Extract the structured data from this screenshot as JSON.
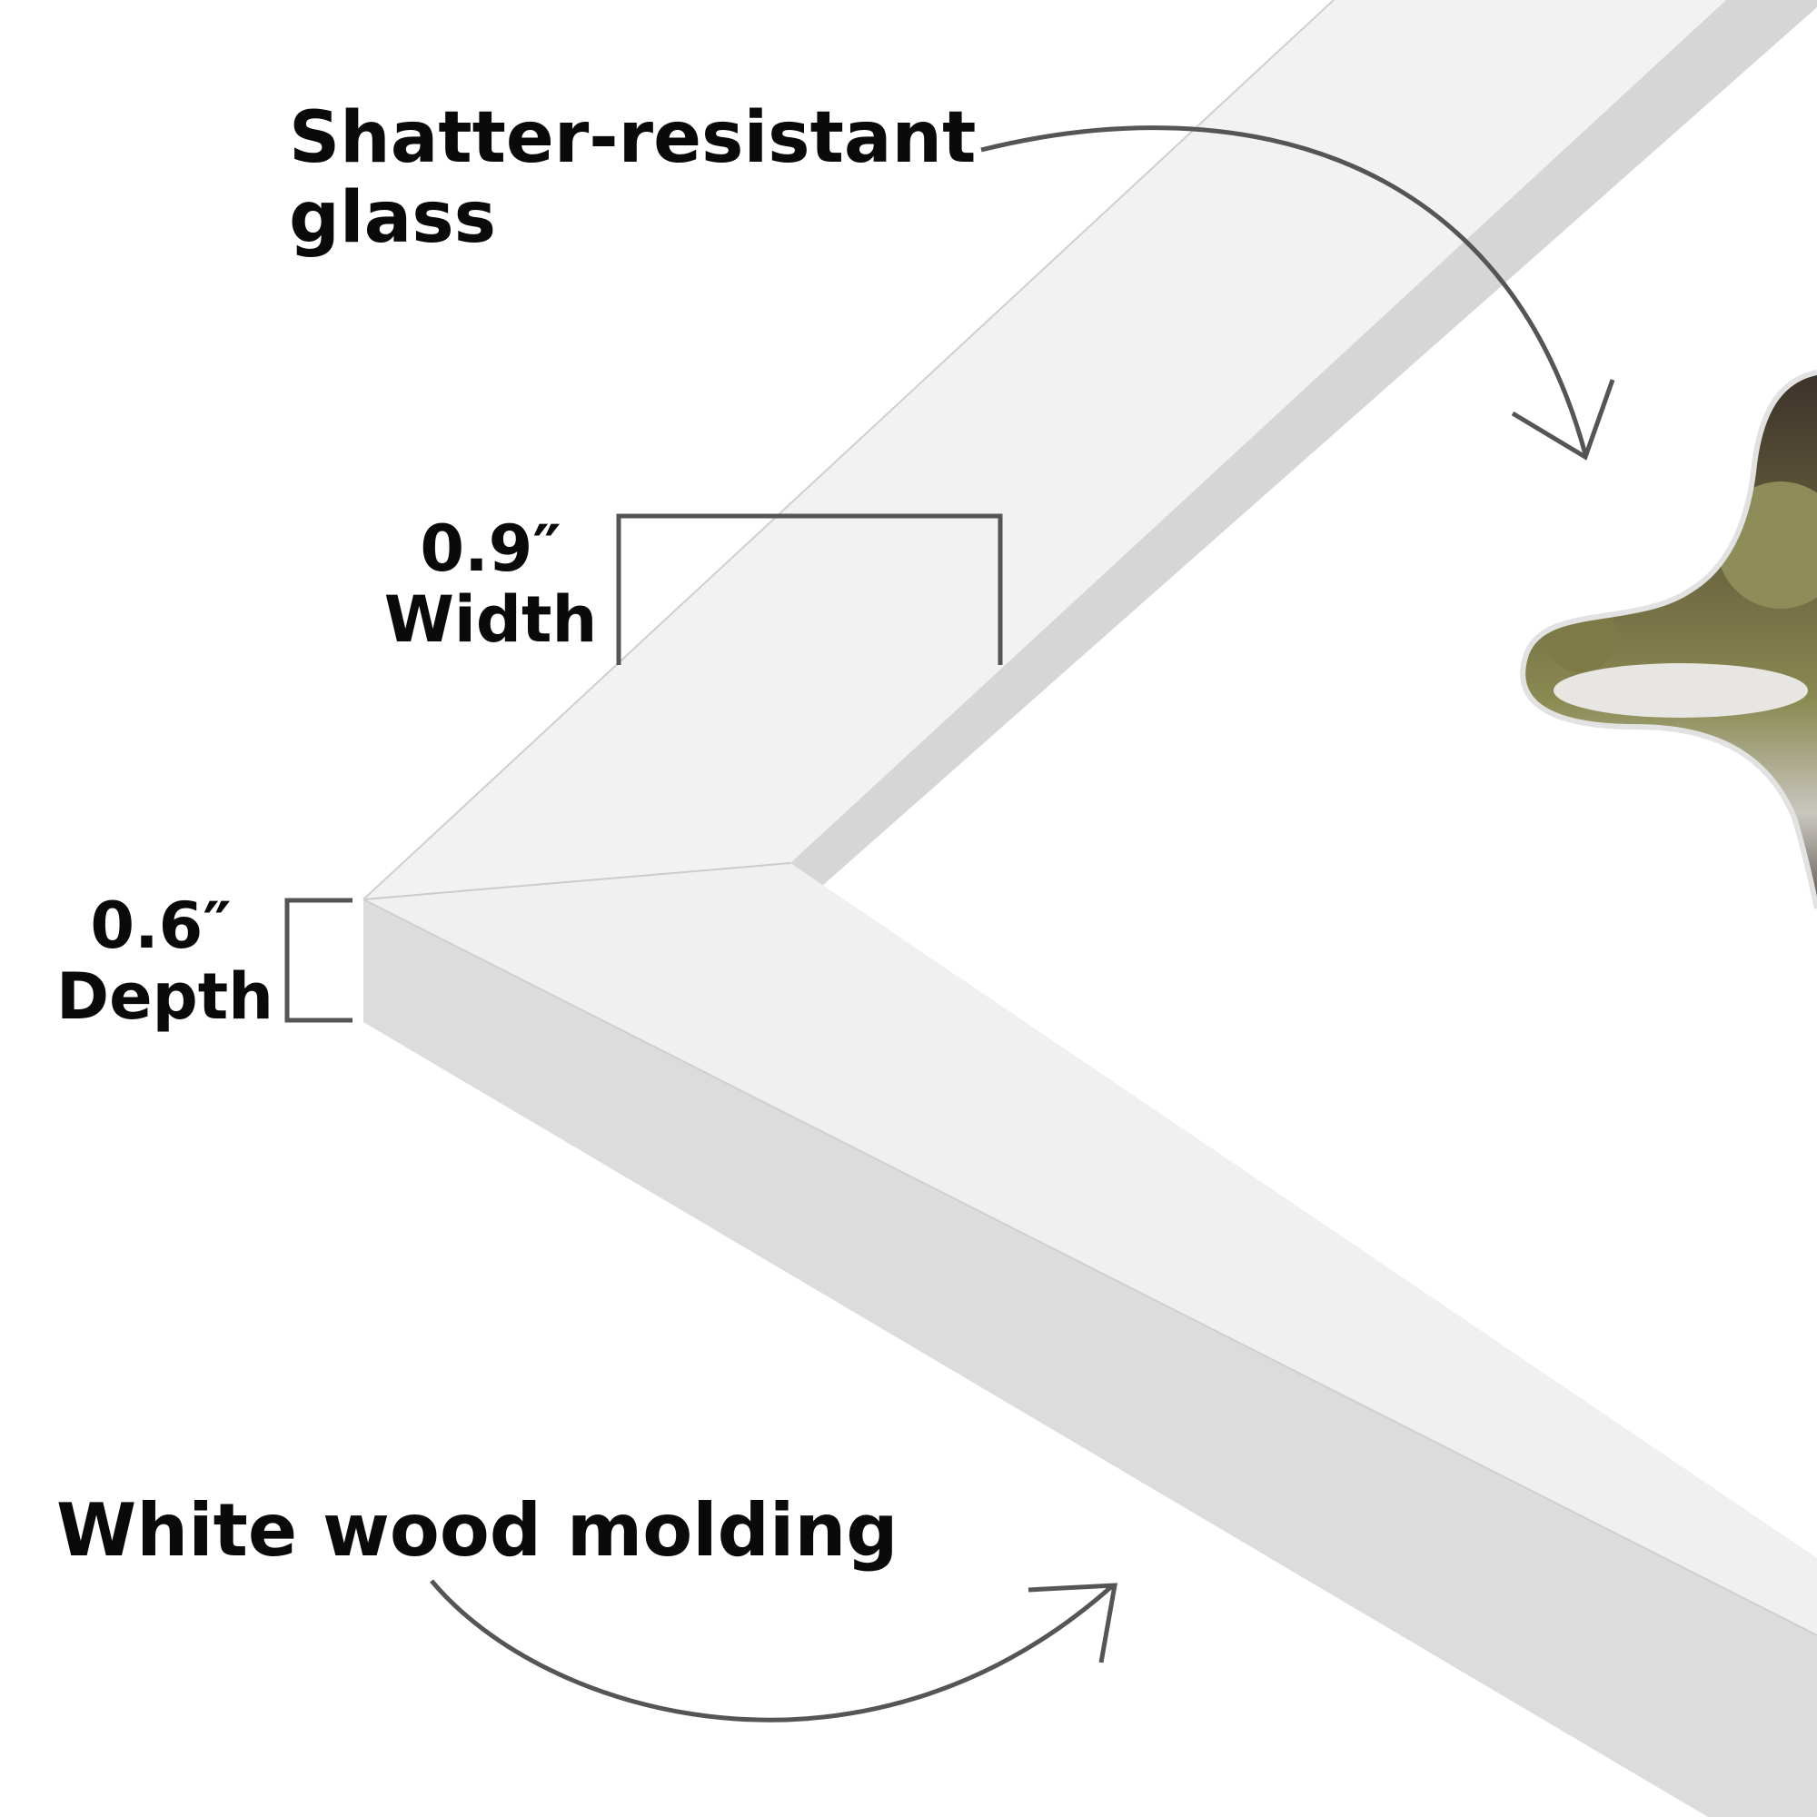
{
  "callouts": {
    "glass": {
      "line1": "Shatter-resistant",
      "line2": "glass"
    },
    "width": {
      "value": "0.9″",
      "label": "Width"
    },
    "depth": {
      "value": "0.6″",
      "label": "Depth"
    },
    "molding": {
      "text": "White wood molding"
    }
  },
  "colors": {
    "background": "#ffffff",
    "frame_face": "#f2f2f2",
    "frame_side": "#dcdcdc",
    "frame_bevel": "#d6d6d6",
    "annotation_line": "#555555",
    "text": "#0a0a0a",
    "photo_dark": "#3a2f28",
    "photo_foliage": "#8a8a52"
  }
}
